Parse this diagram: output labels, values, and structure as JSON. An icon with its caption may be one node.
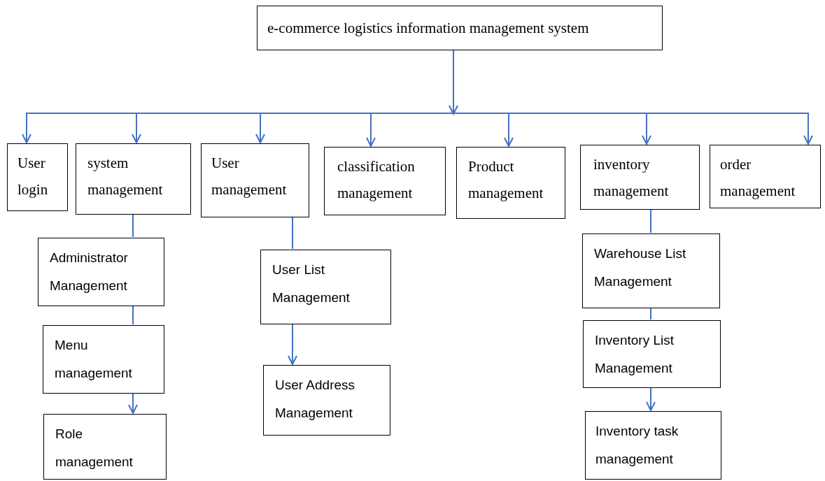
{
  "diagram": {
    "nodes": [
      {
        "text": [
          "e-commerce logistics information management system"
        ]
      },
      {
        "text": [
          "User login"
        ]
      },
      {
        "text": [
          "system management"
        ]
      },
      {
        "text": [
          "User management"
        ]
      },
      {
        "text": [
          "classification management"
        ]
      },
      {
        "text": [
          "Product management"
        ]
      },
      {
        "text": [
          "inventory management"
        ]
      },
      {
        "text": [
          "order management"
        ]
      },
      {
        "text": [
          "Administrator Management"
        ]
      },
      {
        "text": [
          "Menu management"
        ]
      },
      {
        "text": [
          "Role management"
        ]
      },
      {
        "text": [
          "User List Management"
        ]
      },
      {
        "text": [
          "User Address Management"
        ]
      },
      {
        "text": [
          "Warehouse List Management"
        ]
      },
      {
        "text": [
          "Inventory List Management"
        ]
      },
      {
        "text": [
          "Inventory task management"
        ]
      }
    ],
    "edges": [
      {
        "from": 0,
        "to": 1,
        "arrow": "to"
      },
      {
        "from": 0,
        "to": 2,
        "arrow": "to"
      },
      {
        "from": 0,
        "to": 3,
        "arrow": "to"
      },
      {
        "from": 0,
        "to": 4,
        "arrow": "to"
      },
      {
        "from": 0,
        "to": 5,
        "arrow": "to"
      },
      {
        "from": 0,
        "to": 6,
        "arrow": "to"
      },
      {
        "from": 0,
        "to": 7,
        "arrow": "to"
      },
      {
        "from": 2,
        "to": 8,
        "arrow": "none"
      },
      {
        "from": 8,
        "to": 9,
        "arrow": "none"
      },
      {
        "from": 9,
        "to": 10,
        "arrow": "to"
      },
      {
        "from": 3,
        "to": 11,
        "arrow": "none"
      },
      {
        "from": 11,
        "to": 12,
        "arrow": "to"
      },
      {
        "from": 6,
        "to": 13,
        "arrow": "none"
      },
      {
        "from": 13,
        "to": 14,
        "arrow": "none"
      },
      {
        "from": 14,
        "to": 15,
        "arrow": "to"
      }
    ]
  }
}
